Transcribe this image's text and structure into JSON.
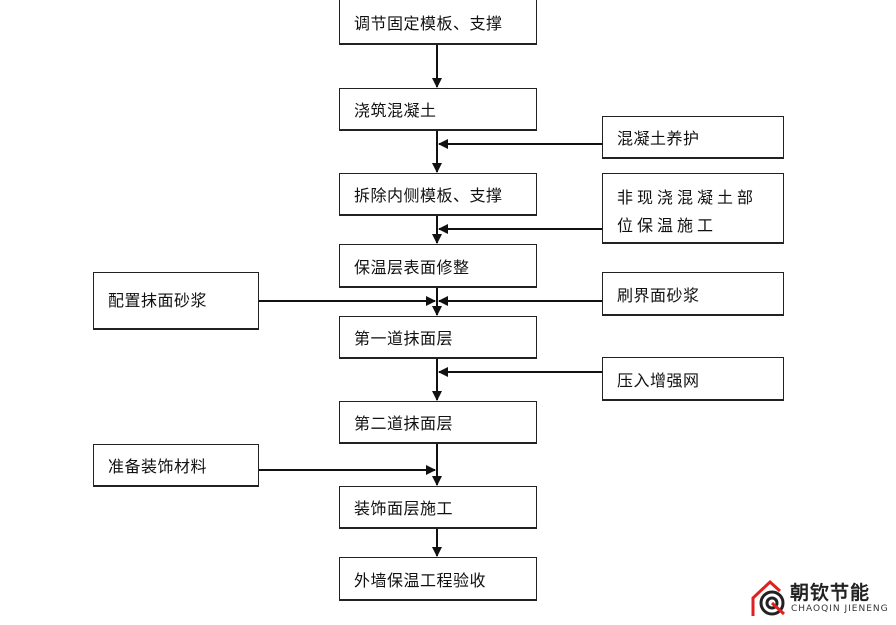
{
  "main_steps": [
    "调节固定模板、支撑",
    "浇筑混凝土",
    "拆除内侧模板、支撑",
    "保温层表面修整",
    "第一道抹面层",
    "第二道抹面层",
    "装饰面层施工",
    "外墙保温工程验收"
  ],
  "side_inputs_right": [
    "混凝土养护",
    "非现浇混凝土部位保温施工",
    "刷界面砂浆",
    "压入增强网"
  ],
  "side_inputs_left": [
    "配置抹面砂浆",
    "准备装饰材料"
  ],
  "logo": {
    "name_cn": "朝钦节能",
    "name_en": "CHAOQIN JIENENG",
    "accent_color": "#e02020"
  }
}
